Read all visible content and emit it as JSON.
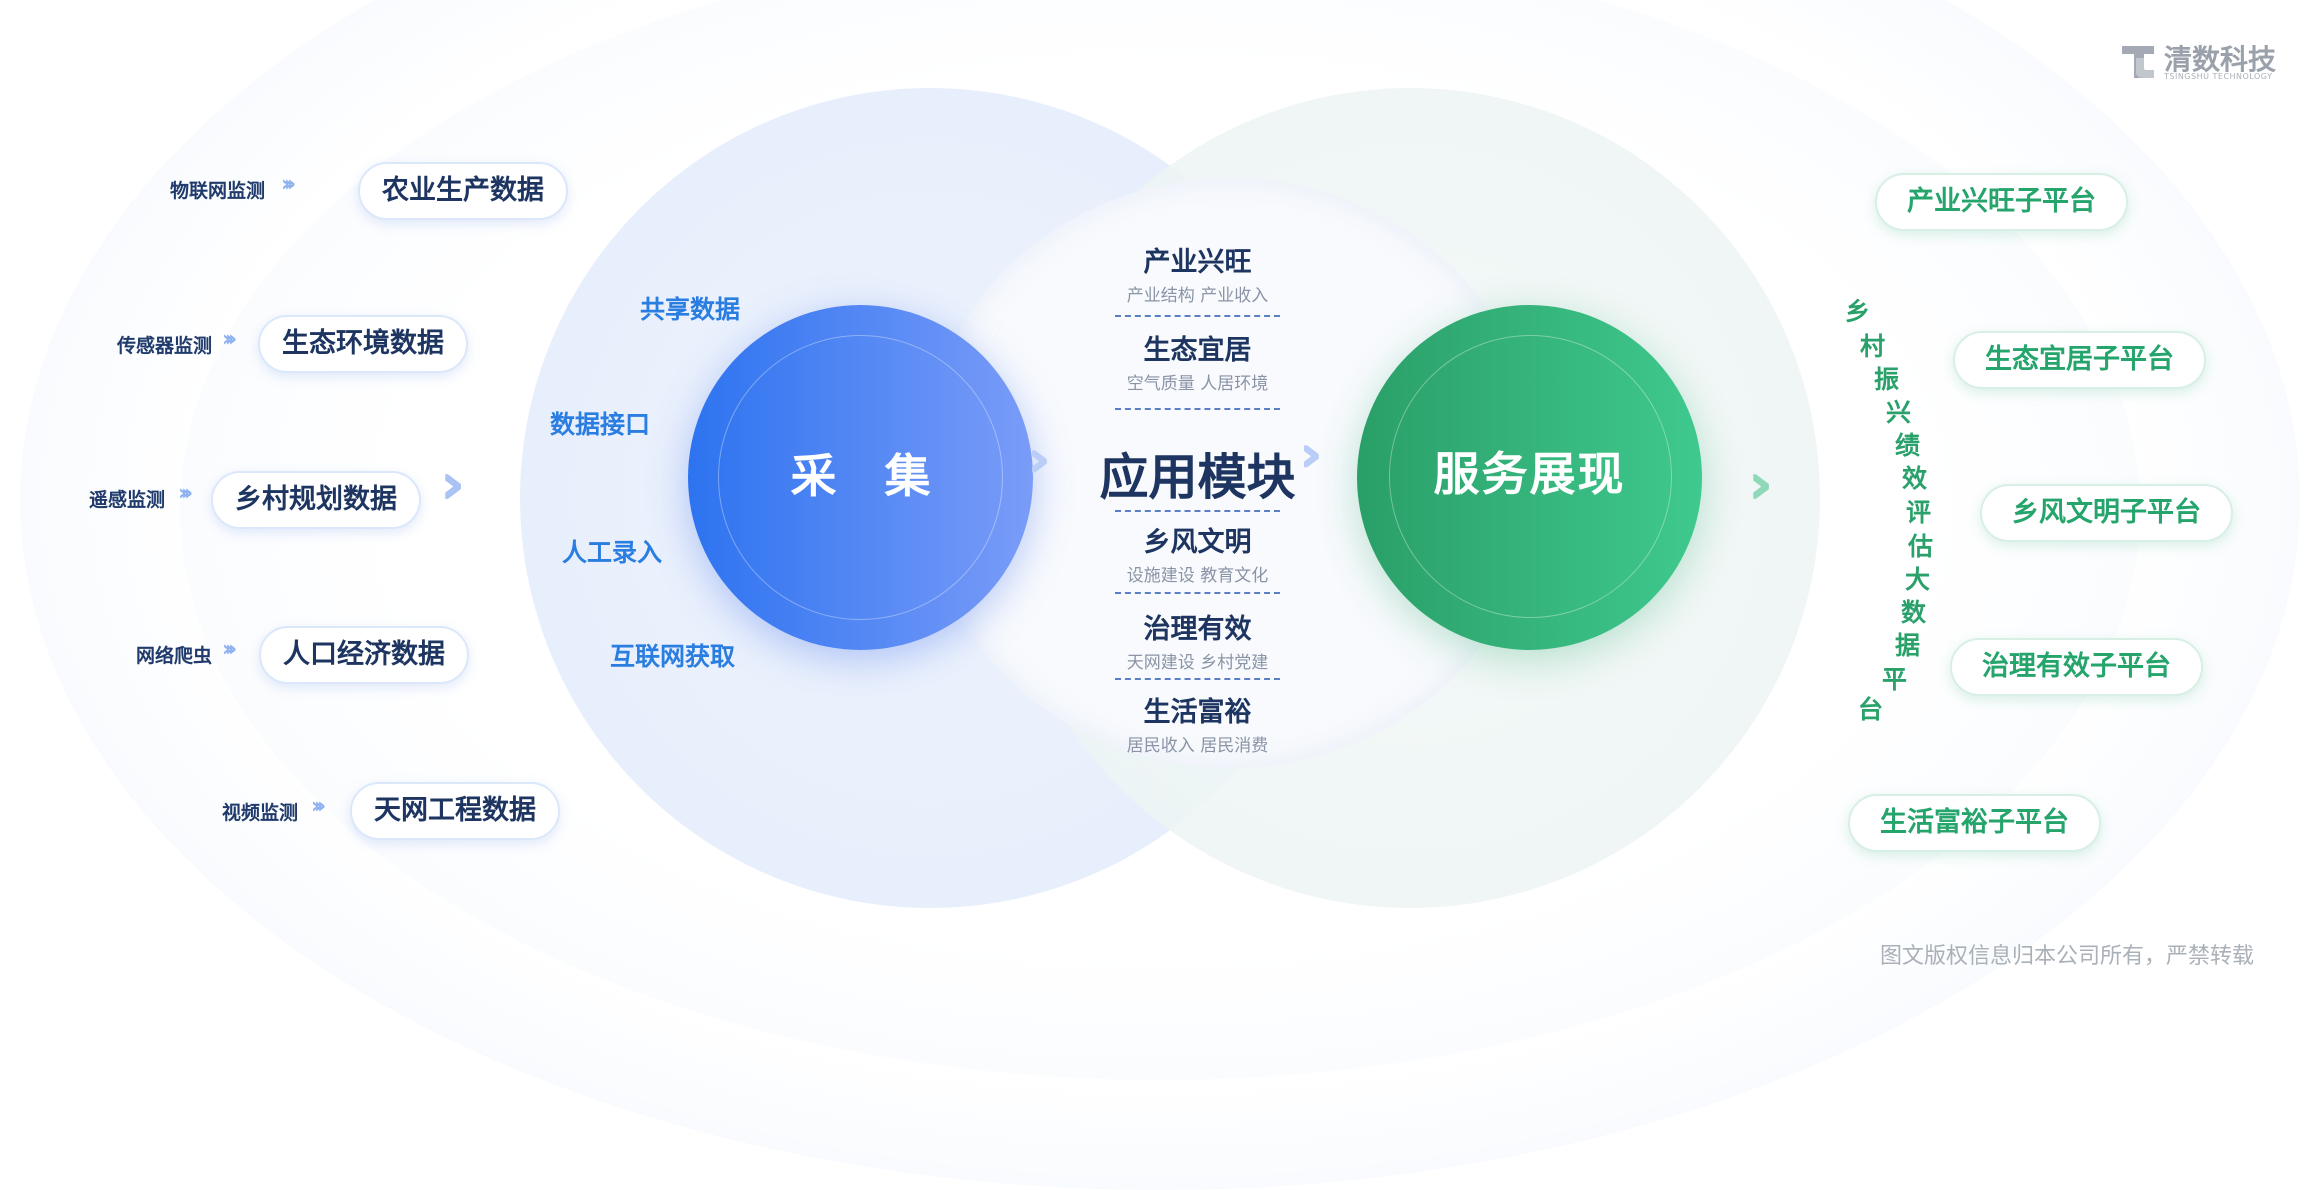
{
  "brand": {
    "name": "清数科技",
    "sub": "TSINGSHU TECHNOLOGY"
  },
  "sources": [
    {
      "method": "物联网监测",
      "data": "农业生产数据"
    },
    {
      "method": "传感器监测",
      "data": "生态环境数据"
    },
    {
      "method": "遥感监测",
      "data": "乡村规划数据"
    },
    {
      "method": "网络爬虫",
      "data": "人口经济数据"
    },
    {
      "method": "视频监测",
      "data": "天网工程数据"
    }
  ],
  "inputs": [
    "共享数据",
    "数据接口",
    "人工录入",
    "互联网获取"
  ],
  "collect": {
    "title": "采集"
  },
  "center": {
    "title": "应用模块",
    "modules": [
      {
        "title": "产业兴旺",
        "sub": "产业结构  产业收入"
      },
      {
        "title": "生态宜居",
        "sub": "空气质量  人居环境"
      },
      {
        "title": "乡风文明",
        "sub": "设施建设  教育文化"
      },
      {
        "title": "治理有效",
        "sub": "天网建设  乡村党建"
      },
      {
        "title": "生活富裕",
        "sub": "居民收入  居民消费"
      }
    ]
  },
  "service": {
    "title": "服务展现"
  },
  "platform": {
    "vertical_title": "乡村振兴绩效评估大数据平台",
    "items": [
      "产业兴旺子平台",
      "生态宜居子平台",
      "乡风文明子平台",
      "治理有效子平台",
      "生活富裕子平台"
    ]
  },
  "copyright": "图文版权信息归本公司所有，严禁转载",
  "colors": {
    "blue": "#2d73f0",
    "green": "#2aa16a",
    "navy": "#1d3560"
  }
}
